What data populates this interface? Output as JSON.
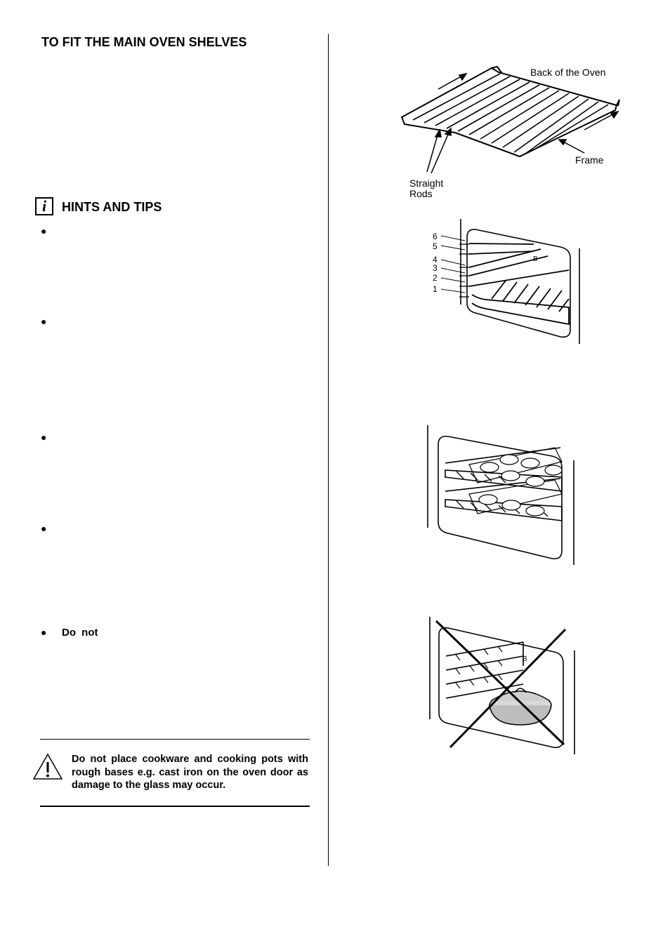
{
  "section": {
    "title": "TO FIT THE MAIN OVEN SHELVES"
  },
  "hints": {
    "title": "HINTS AND TIPS",
    "bullets": [
      "",
      "",
      "",
      "",
      "Do not"
    ]
  },
  "warning": {
    "text": "Do not place cookware and cooking pots with rough bases e.g. cast iron on the oven door as damage to the glass may occur."
  },
  "figures": {
    "shelf": {
      "back_label": "Back of the Oven",
      "frame_label": "Frame",
      "rods_label_line1": "Straight",
      "rods_label_line2": "Rods"
    },
    "positions": {
      "shelf_numbers": [
        "6",
        "5",
        "4",
        "3",
        "2",
        "1"
      ],
      "marker": "B"
    },
    "incorrect": {
      "marker": "B"
    }
  },
  "icons": {
    "info": "info-icon",
    "warning": "warning-triangle-icon"
  }
}
